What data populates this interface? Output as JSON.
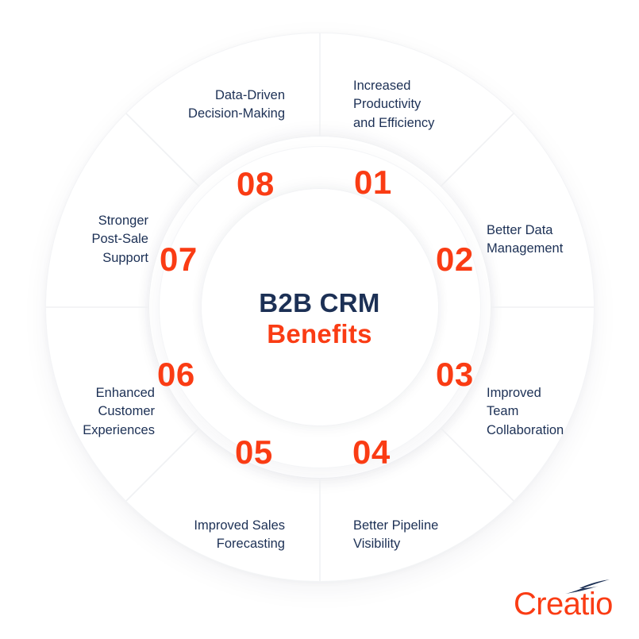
{
  "title": {
    "line1": "B2B CRM",
    "line2": "Benefits"
  },
  "colors": {
    "accent_orange": "#FA3C14",
    "text_navy": "#1C3055",
    "background": "#FFFFFF",
    "ring_line": "#F2F3F5"
  },
  "segments": [
    {
      "number": "01",
      "label": "Increased\nProductivity\nand Efficiency"
    },
    {
      "number": "02",
      "label": "Better Data\nManagement"
    },
    {
      "number": "03",
      "label": "Improved\nTeam\nCollaboration"
    },
    {
      "number": "04",
      "label": "Better Pipeline\nVisibility"
    },
    {
      "number": "05",
      "label": "Improved Sales\nForecasting"
    },
    {
      "number": "06",
      "label": "Enhanced\nCustomer\nExperiences"
    },
    {
      "number": "07",
      "label": "Stronger\nPost-Sale\nSupport"
    },
    {
      "number": "08",
      "label": "Data-Driven\nDecision-Making"
    }
  ],
  "logo": {
    "wordmark": "Creatio",
    "swoosh_icon": "creatio-swoosh-icon"
  }
}
